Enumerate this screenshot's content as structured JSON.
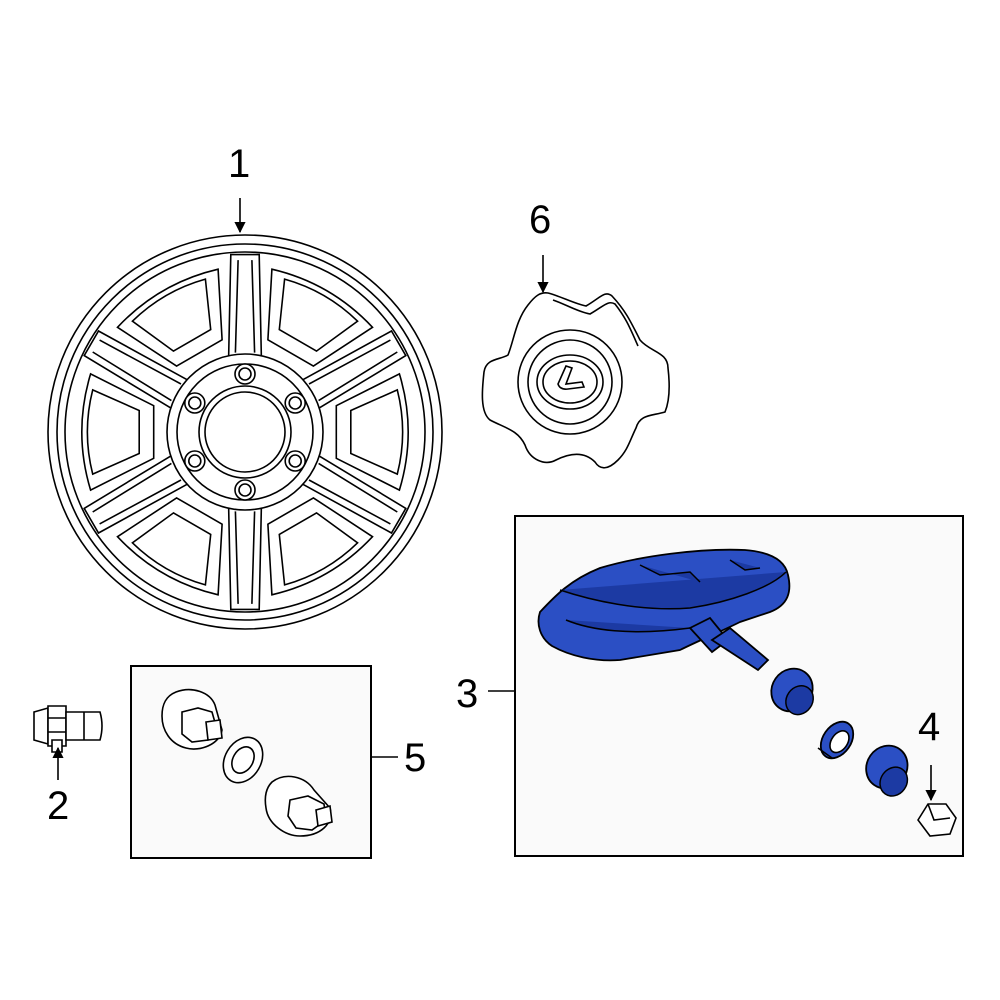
{
  "callouts": {
    "wheel": "1",
    "lug_nut": "2",
    "tpms_sensor": "3",
    "valve_cap": "4",
    "service_kit": "5",
    "center_cap": "6"
  },
  "colors": {
    "highlight": "#2b4fc4",
    "highlight_dark": "#1c3aa3",
    "line": "#000000",
    "box_fill": "#fafafa"
  }
}
